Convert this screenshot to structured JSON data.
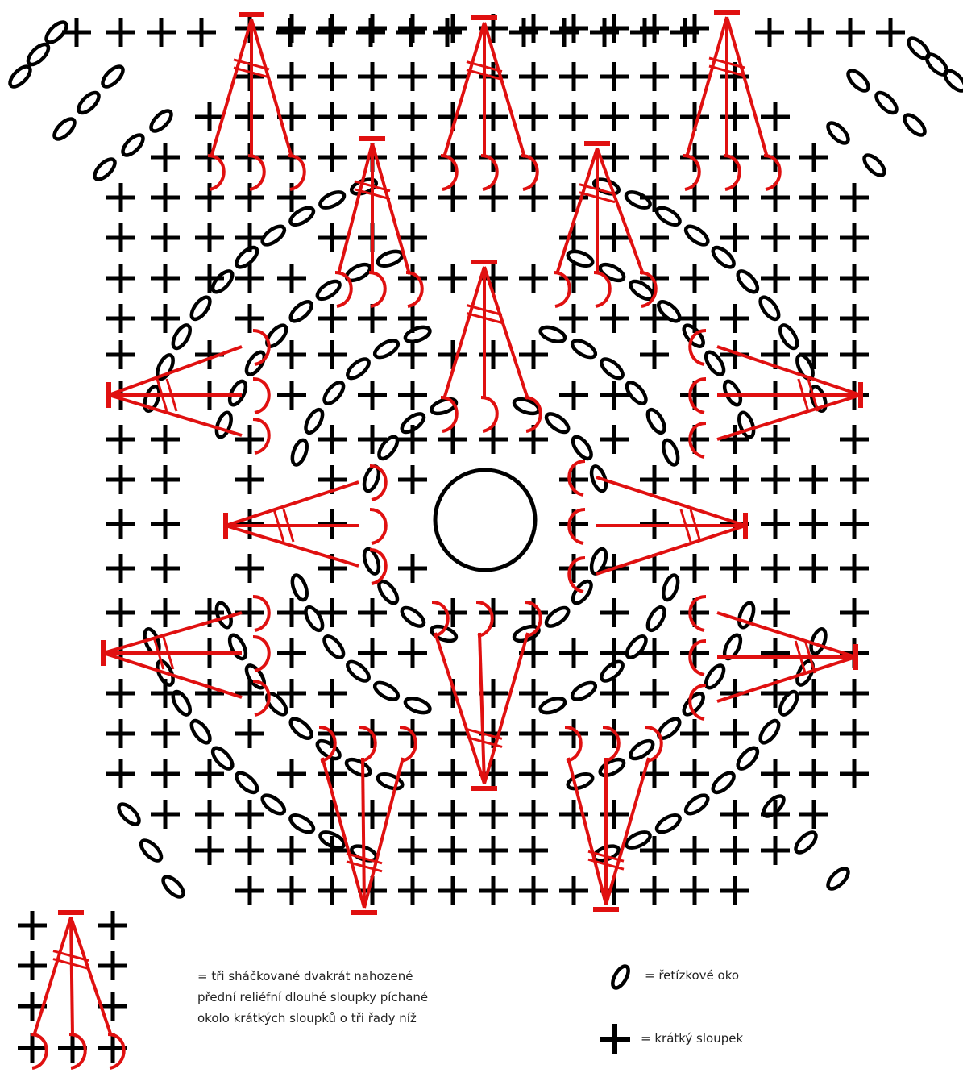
{
  "legend": {
    "cluster_line1": "= tři  sháčkované dvakrát nahozené",
    "cluster_line2": "přední reliéfní dlouhé sloupky píchané",
    "cluster_line3": "okolo krátkých sloupků o tři řady níž",
    "chain_label": "= řetízkové oko",
    "single_crochet_label": "= krátký sloupek"
  },
  "colors": {
    "stitch_black": "#000000",
    "cluster_red": "#e01010",
    "background": "#ffffff"
  },
  "symbols": {
    "chain": "oval-icon",
    "single_crochet": "plus-icon",
    "cluster": "triple-treble-cluster-icon",
    "magic_ring": "circle-icon"
  }
}
